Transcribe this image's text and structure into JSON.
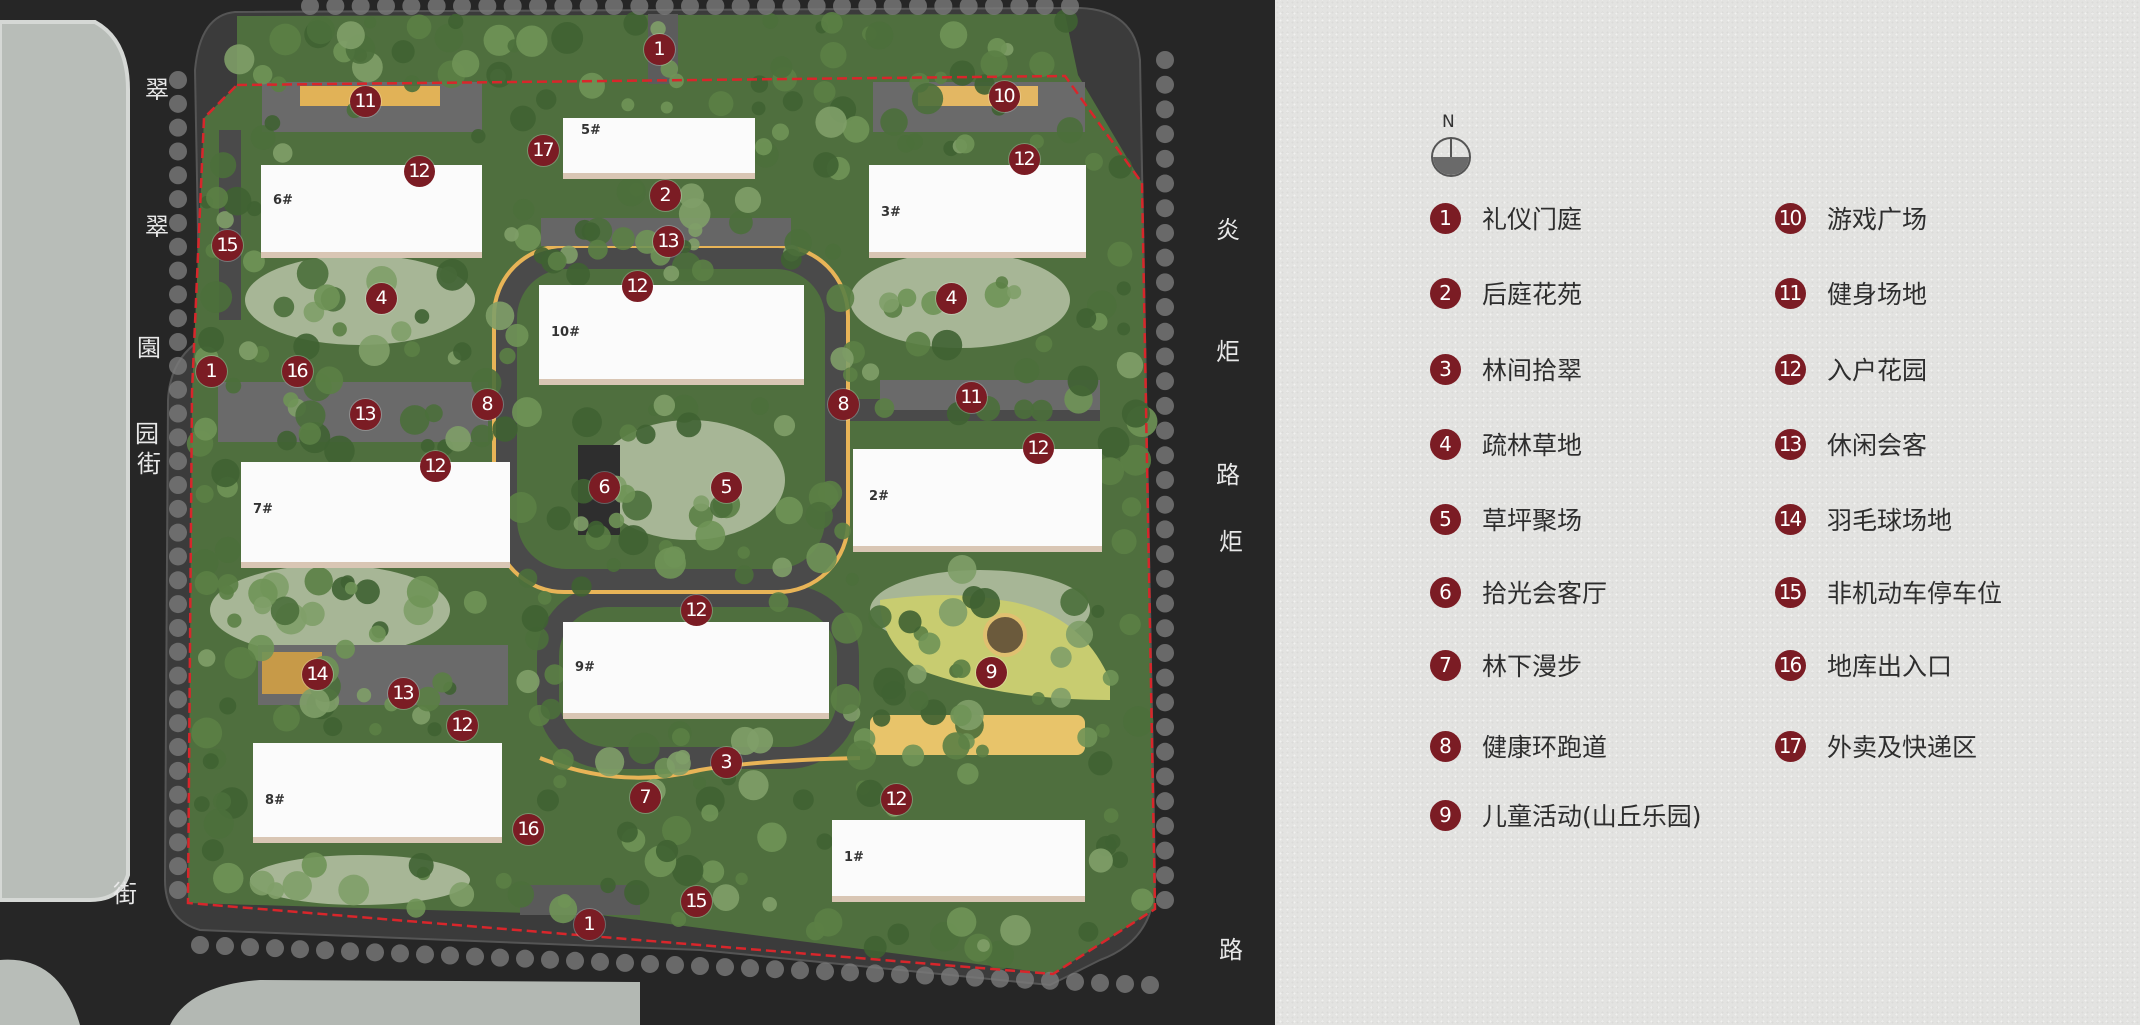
{
  "map": {
    "buildings": [
      "5#",
      "6#",
      "3#",
      "10#",
      "7#",
      "2#",
      "9#",
      "8#",
      "1#"
    ],
    "streets": {
      "left": [
        "翠",
        "翠",
        "園",
        "园",
        "街",
        "街"
      ],
      "right": [
        "炎",
        "炬",
        "路",
        "炬",
        "路"
      ]
    },
    "markers": [
      "1",
      "1",
      "1",
      "2",
      "3",
      "4",
      "4",
      "5",
      "6",
      "7",
      "8",
      "8",
      "9",
      "10",
      "11",
      "11",
      "12",
      "12",
      "12",
      "12",
      "12",
      "12",
      "12",
      "12",
      "13",
      "13",
      "13",
      "14",
      "15",
      "15",
      "16",
      "16",
      "17"
    ]
  },
  "legend": {
    "compass_label": "N",
    "items": [
      {
        "num": "1",
        "label": "礼仪门庭"
      },
      {
        "num": "2",
        "label": "后庭花苑"
      },
      {
        "num": "3",
        "label": "林间拾翠"
      },
      {
        "num": "4",
        "label": "疏林草地"
      },
      {
        "num": "5",
        "label": "草坪聚场"
      },
      {
        "num": "6",
        "label": "拾光会客厅"
      },
      {
        "num": "7",
        "label": "林下漫步"
      },
      {
        "num": "8",
        "label": "健康环跑道"
      },
      {
        "num": "9",
        "label": "儿童活动(山丘乐园)"
      },
      {
        "num": "10",
        "label": "游戏广场"
      },
      {
        "num": "11",
        "label": "健身场地"
      },
      {
        "num": "12",
        "label": "入户花园"
      },
      {
        "num": "13",
        "label": "休闲会客"
      },
      {
        "num": "14",
        "label": "羽毛球场地"
      },
      {
        "num": "15",
        "label": "非机动车停车位"
      },
      {
        "num": "16",
        "label": "地库出入口"
      },
      {
        "num": "17",
        "label": "外卖及快递区"
      }
    ]
  },
  "colors": {
    "marker": "#7b1c24",
    "road": "#262626",
    "green": "#4f6f3e",
    "lawn": "#a9b89a",
    "path": "#e8b457",
    "boundary": "#d8262b"
  }
}
